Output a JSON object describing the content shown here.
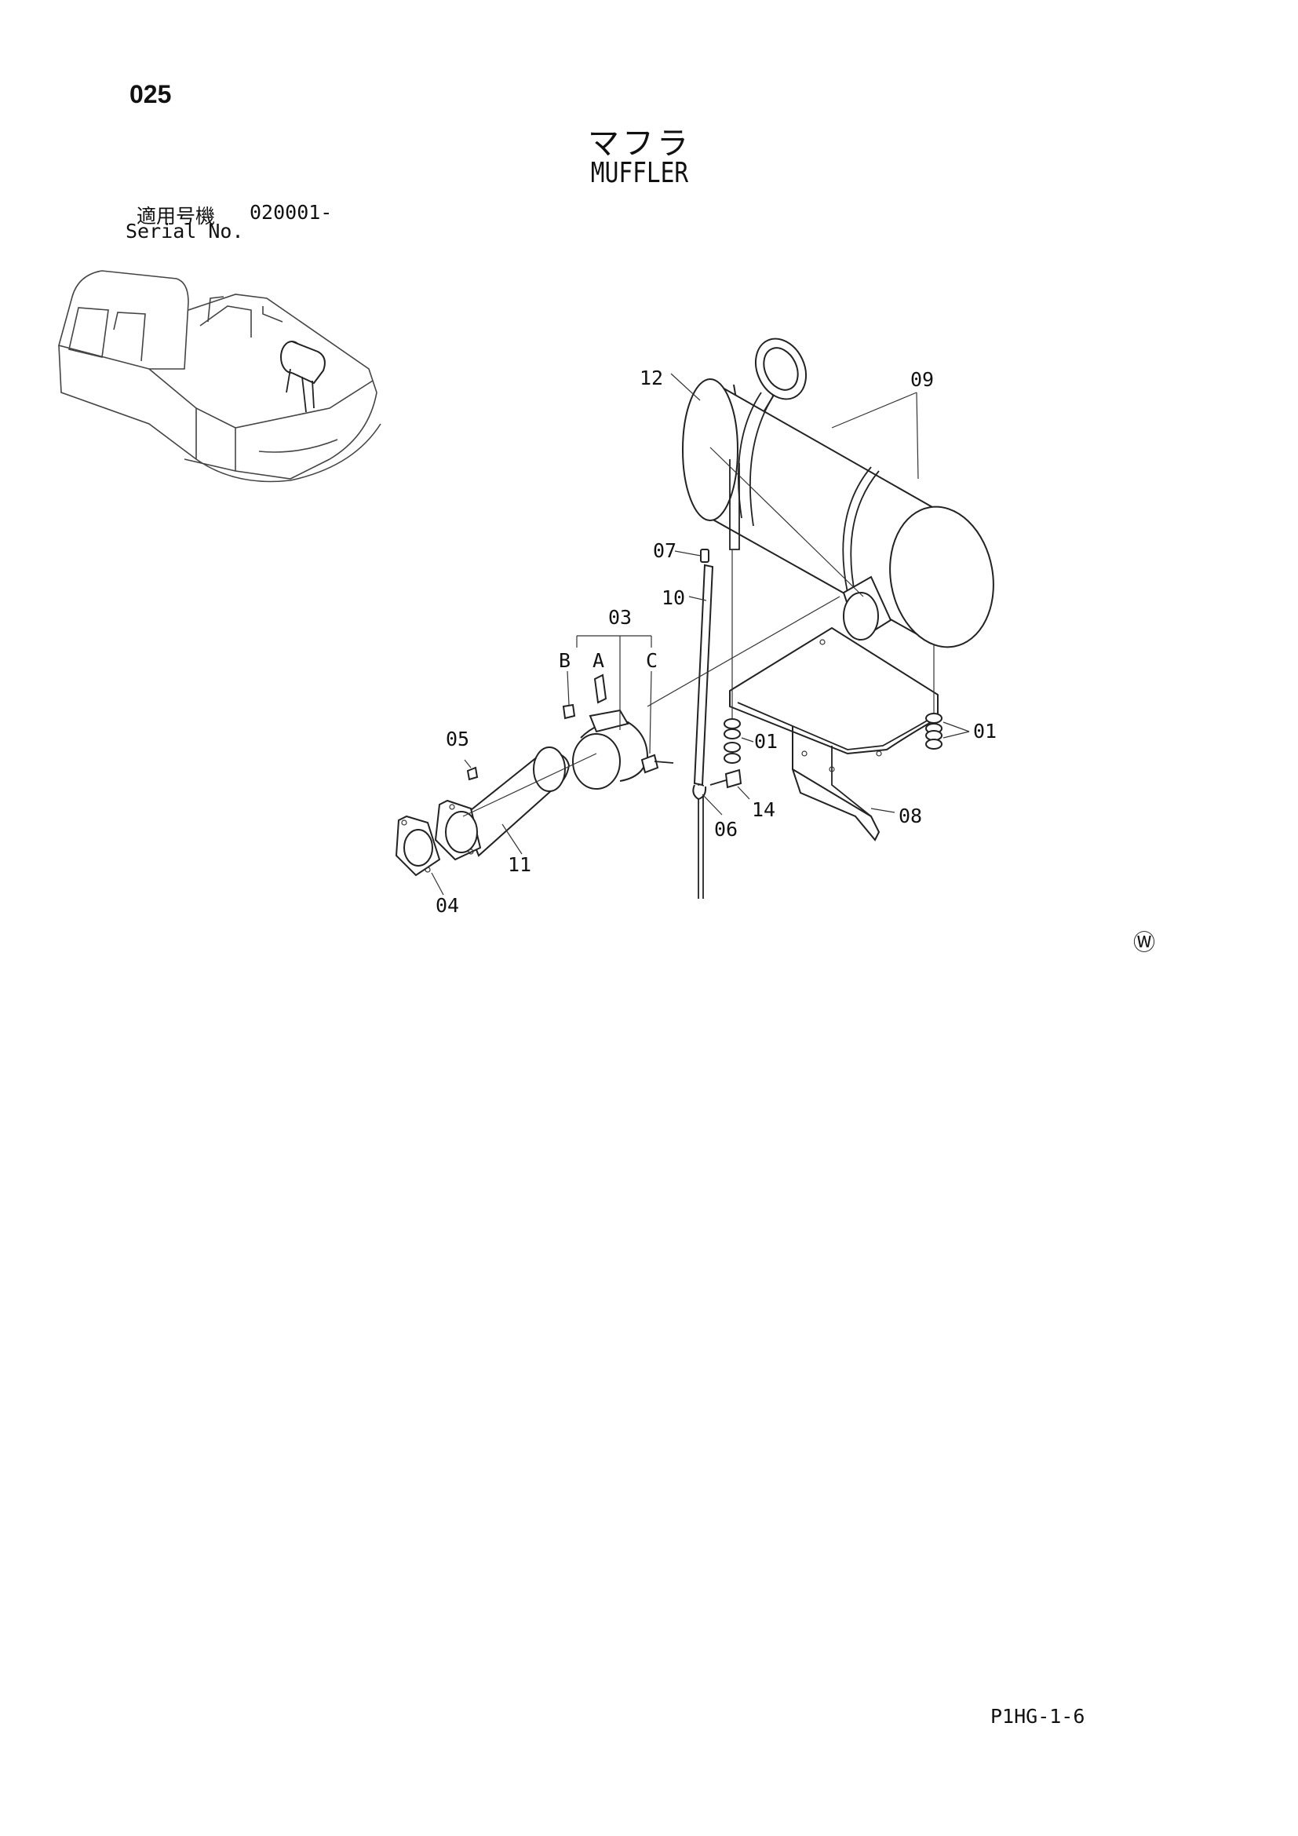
{
  "header": {
    "page_number": "025",
    "title_jp": "マフラ",
    "title_en": "MUFFLER",
    "serial_label_jp": "適用号機",
    "serial_label_en": "Serial No.",
    "serial_value": "020001-"
  },
  "callouts": {
    "c01a": "01",
    "c01b": "01",
    "c03": "03",
    "c04": "04",
    "c05": "05",
    "c06": "06",
    "c07": "07",
    "c08": "08",
    "c09": "09",
    "c10": "10",
    "c11": "11",
    "c12": "12",
    "c14": "14",
    "A": "A",
    "B": "B",
    "C": "C"
  },
  "watermark_symbol": "Ⓦ",
  "footer": {
    "doc_code": "P1HG-1-6"
  }
}
